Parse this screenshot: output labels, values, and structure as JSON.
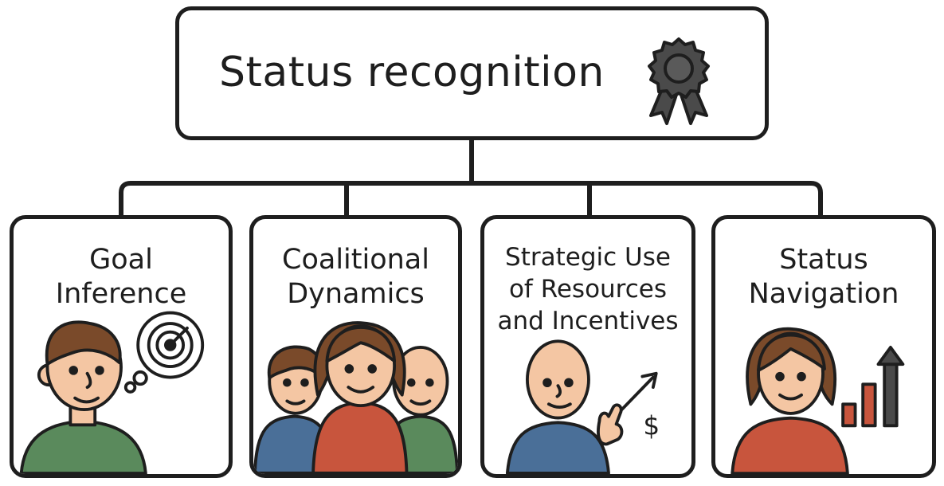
{
  "root": {
    "title": "Status recognition",
    "icon": "award-ribbon-icon"
  },
  "children": [
    {
      "title": "Goal\nInference",
      "icon": "target-icon"
    },
    {
      "title": "Coalitional\nDynamics",
      "icon": "group-icon"
    },
    {
      "title": "Strategic Use\nof Resources\nand Incentives",
      "icon": "dollar-trend-icon",
      "symbol": "$"
    },
    {
      "title": "Status\nNavigation",
      "icon": "bar-chart-up-icon"
    }
  ],
  "colors": {
    "stroke": "#1e1e1e",
    "skin": "#f4c6a3",
    "hair": "#7a4a2a",
    "green": "#5a8a5c",
    "blue": "#4a6f98",
    "red": "#c8553d",
    "ribbon": "#4a4a4a"
  }
}
